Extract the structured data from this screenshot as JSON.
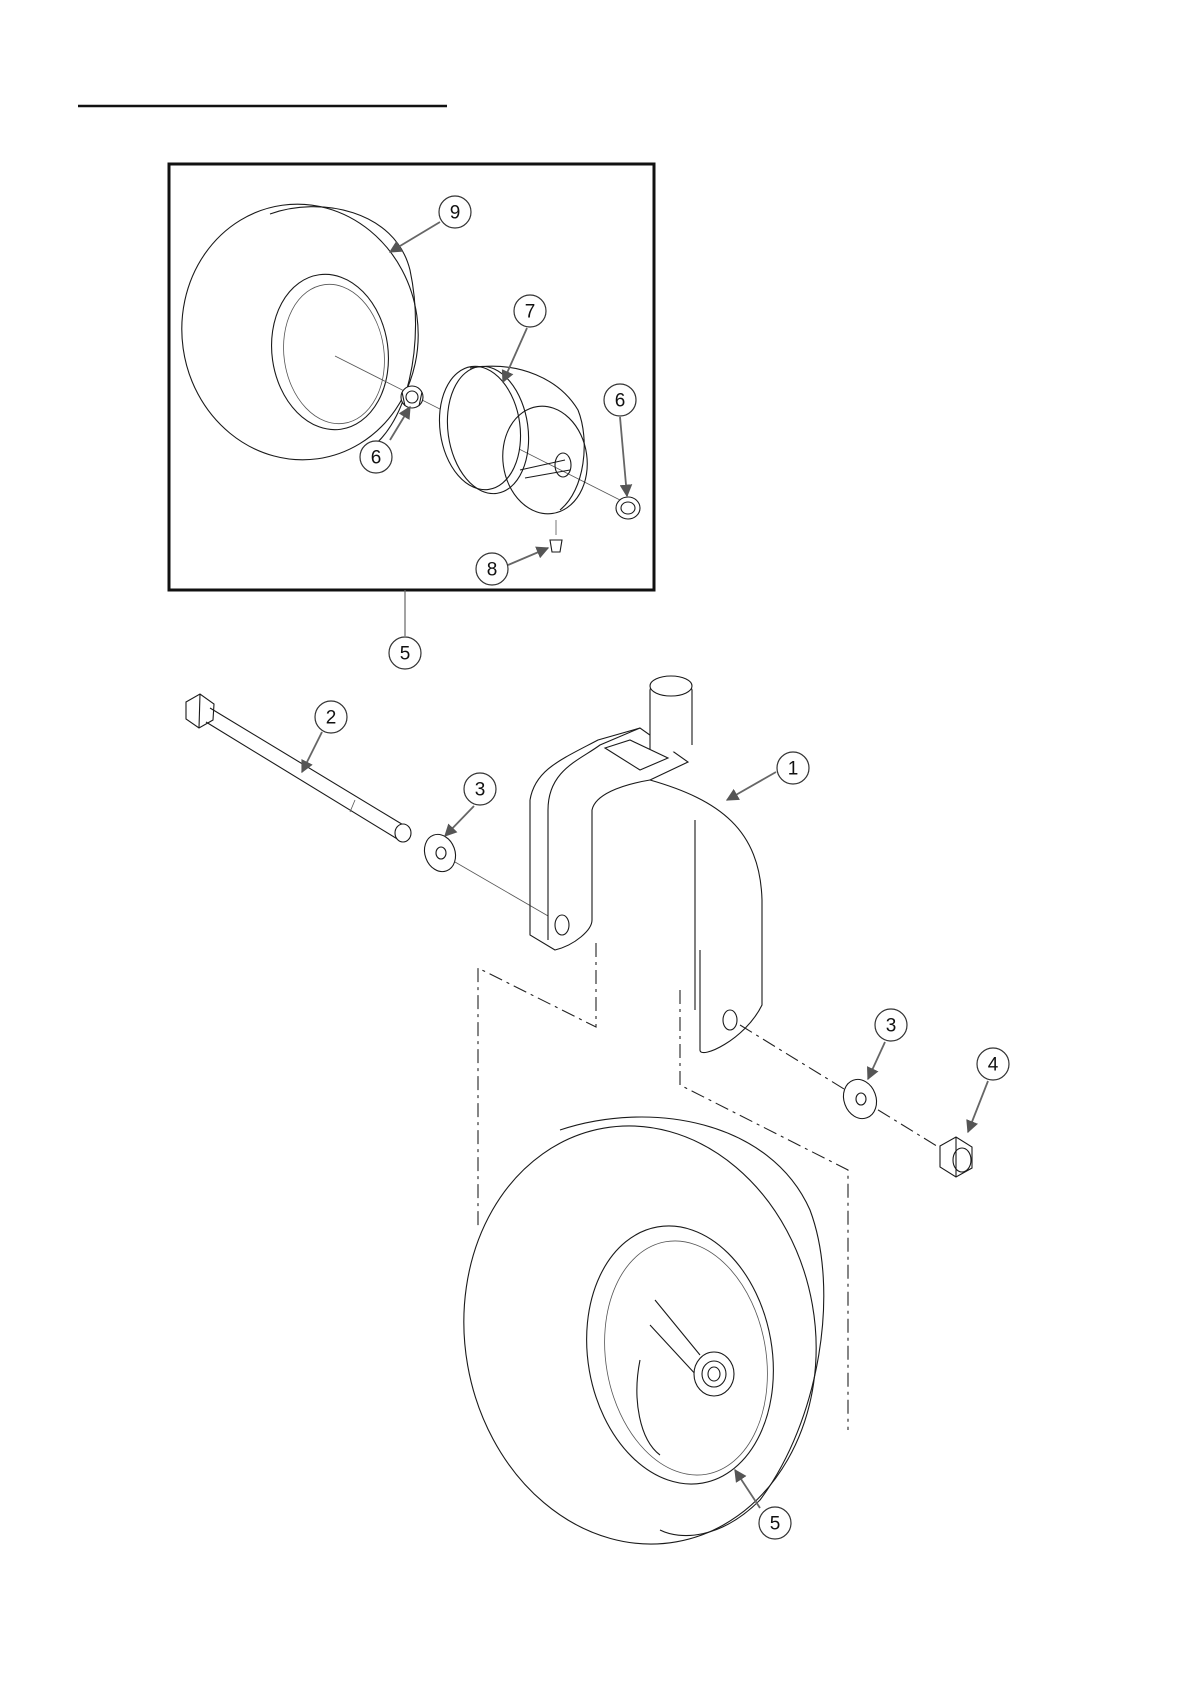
{
  "callouts": [
    {
      "id": "c9a",
      "label": "9"
    },
    {
      "id": "c7",
      "label": "7"
    },
    {
      "id": "c6a",
      "label": "6"
    },
    {
      "id": "c6b",
      "label": "6"
    },
    {
      "id": "c8",
      "label": "8"
    },
    {
      "id": "c5a",
      "label": "5"
    },
    {
      "id": "c2",
      "label": "2"
    },
    {
      "id": "c3a",
      "label": "3"
    },
    {
      "id": "c1",
      "label": "1"
    },
    {
      "id": "c3b",
      "label": "3"
    },
    {
      "id": "c4",
      "label": "4"
    },
    {
      "id": "c5b",
      "label": "5"
    }
  ]
}
